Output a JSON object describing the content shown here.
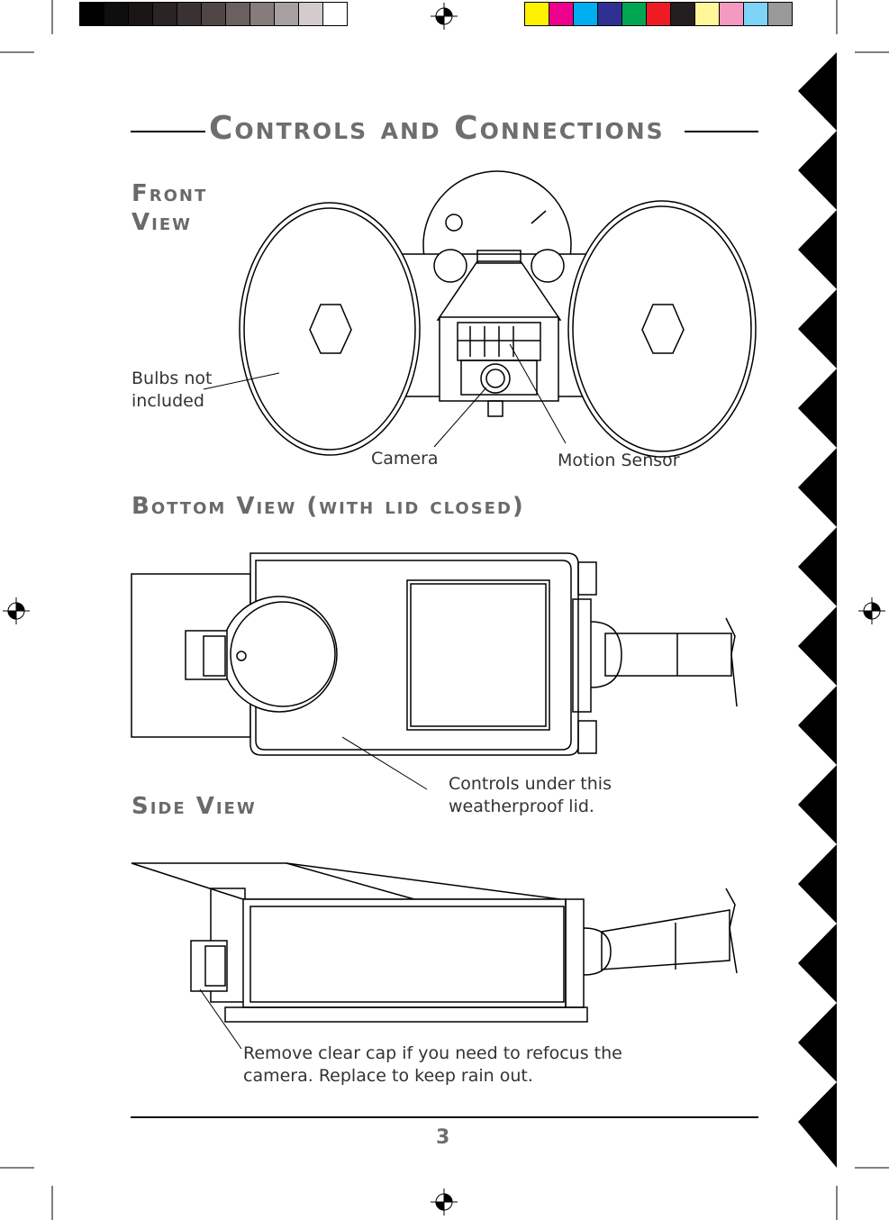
{
  "page": {
    "title": "Controls and Connections",
    "page_number": "3"
  },
  "colors": {
    "gray_bar": [
      "#000000",
      "#0e0e0e",
      "#1a1616",
      "#2a2424",
      "#3a3232",
      "#504646",
      "#6a6060",
      "#867c7c",
      "#a8a0a0",
      "#d4cccc",
      "#ffffff"
    ],
    "color_bar": [
      "#fff200",
      "#ec008c",
      "#00aeef",
      "#2e3192",
      "#00a651",
      "#ed1c24",
      "#231f20",
      "#fff799",
      "#f49ac1",
      "#7fd3f7",
      "#999999"
    ]
  },
  "sections": {
    "front": {
      "heading_line1": "Front",
      "heading_line2": "View",
      "bulbs_label_line1": "Bulbs not",
      "bulbs_label_line2": "included",
      "camera_label": "Camera",
      "motion_label": "Motion Sensor"
    },
    "bottom": {
      "heading": "Bottom View (with lid closed)",
      "lid_label_line1": "Controls under this",
      "lid_label_line2": "weatherproof lid."
    },
    "side": {
      "heading": "Side View",
      "cap_label_line1": "Remove clear cap if you need to refocus the",
      "cap_label_line2": "camera. Replace to keep rain out."
    }
  }
}
